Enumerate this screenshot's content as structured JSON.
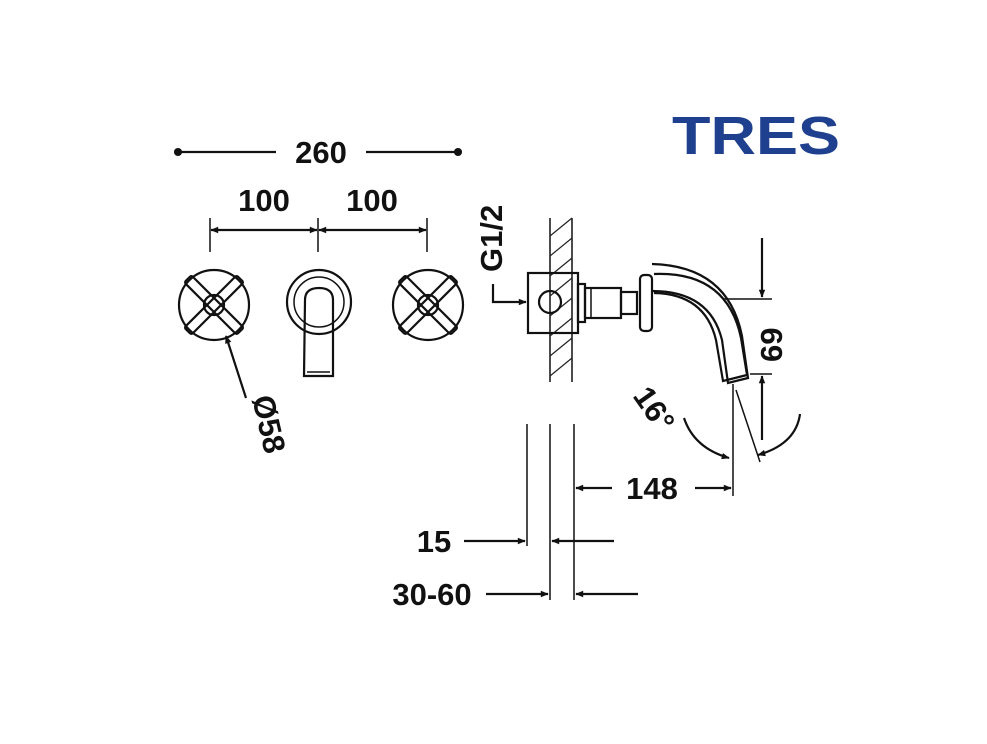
{
  "logo": {
    "text": "TRES",
    "color": "#1f3f8f"
  },
  "dimensions": {
    "total_width": "260",
    "spacing_left": "100",
    "spacing_right": "100",
    "handle_diameter": "Ø58",
    "thread": "G1/2",
    "height": "69",
    "angle": "16°",
    "projection": "148",
    "plate": "15",
    "wall_range": "30-60"
  },
  "colors": {
    "line": "#111111",
    "background": "#ffffff"
  }
}
